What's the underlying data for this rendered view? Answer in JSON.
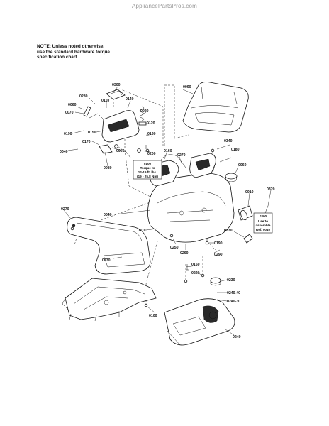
{
  "watermark": "AppliancePartsPros.com",
  "note": {
    "line1": "NOTE: Unless noted otherwise,",
    "line2": "use the standard hardware torque",
    "line3": "specification chart."
  },
  "torque_box": {
    "line1": "0100",
    "line2": "Torque to",
    "line3": "14-19 ft. lbs.",
    "line4": "(19 - 25.8 Nm)"
  },
  "assembly_box": {
    "line1": "0300",
    "line2": "Use to",
    "line3": "assemble",
    "line4": "Ref. 0010"
  },
  "callouts": {
    "c0300a": "0300",
    "c0090": "0090",
    "c0280": "0280",
    "c0140": "0140",
    "c0060": "0060",
    "c0110": "0110",
    "c0020": "0020",
    "c0070": "0070",
    "c0120": "0120",
    "c0190": "0190",
    "c0150": "0150",
    "c0130": "0130",
    "c0170": "0170",
    "c0040": "0040",
    "c0050": "0050",
    "c0200": "0200",
    "c0080": "0080",
    "c0160": "0160",
    "c0270a": "0270",
    "c0340": "0340",
    "c0180": "0180",
    "c0060b": "0060",
    "c0010": "0010",
    "c0320": "0320",
    "c0270b": "0270",
    "c0040b": "0040",
    "c0210": "0210",
    "c0330": "0330",
    "c0250": "0250",
    "c0190b": "0190",
    "c0260": "0260",
    "c0290": "0290",
    "c0030": "0030",
    "c0160b": "0160",
    "c0220": "0220",
    "c0230": "0230",
    "c0240_40": "0240-40",
    "c0240_30": "0240-30",
    "c0100b": "0100",
    "c0240": "0240"
  }
}
